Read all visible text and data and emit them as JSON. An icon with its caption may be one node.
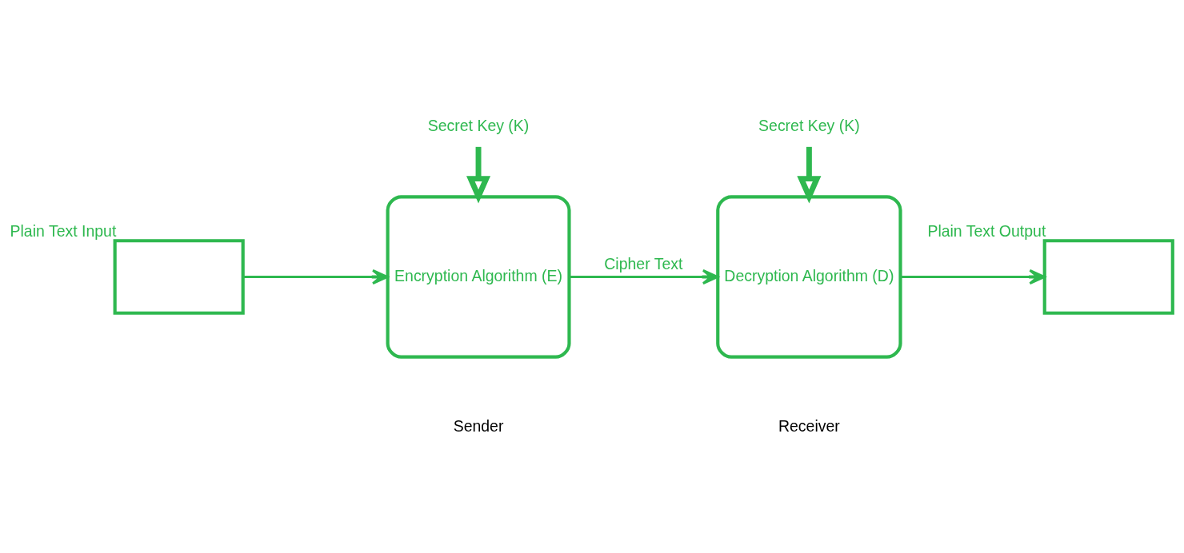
{
  "diagram": {
    "nodes": [
      {
        "text": [
          "Secret Key (K)"
        ]
      },
      {
        "text": [
          "Secret Key (K)"
        ]
      },
      {
        "text": [],
        "shape": "box",
        "beside": [
          "Plain Text Input"
        ]
      },
      {
        "text": [
          "Encryption Algorithm (E)"
        ]
      },
      {
        "text": [
          "Decryption Algorithm (D)"
        ]
      },
      {
        "text": [],
        "shape": "box",
        "beside": [
          "Plain Text Output"
        ]
      }
    ],
    "edges": [
      {
        "from": 0,
        "to": 3,
        "arrow": "to",
        "style": "thick"
      },
      {
        "from": 1,
        "to": 4,
        "arrow": "to",
        "style": "thick"
      },
      {
        "from": 2,
        "to": 3,
        "arrow": "to"
      },
      {
        "from": 3,
        "to": 4,
        "arrow": "to",
        "label": "Cipher Text"
      },
      {
        "from": 4,
        "to": 5,
        "arrow": "to"
      }
    ],
    "labels": [
      "Sender",
      "Receiver"
    ]
  }
}
